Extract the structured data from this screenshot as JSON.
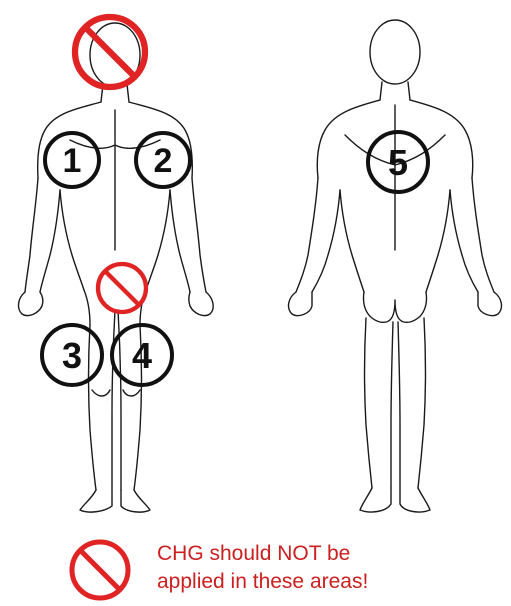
{
  "figure": {
    "front_label": "front-body",
    "back_label": "back-body"
  },
  "markers": [
    {
      "number": "1",
      "view": "front"
    },
    {
      "number": "2",
      "view": "front"
    },
    {
      "number": "3",
      "view": "front"
    },
    {
      "number": "4",
      "view": "front"
    },
    {
      "number": "5",
      "view": "back"
    }
  ],
  "prohibited_areas": [
    "face",
    "genitals"
  ],
  "legend": {
    "line1": "CHG should NOT be",
    "line2": "applied in these areas!",
    "icon": "prohibition-icon"
  },
  "colors": {
    "prohibition": "#e02424",
    "legend_text": "#cc1f1f",
    "outline": "#1a1a1a"
  }
}
